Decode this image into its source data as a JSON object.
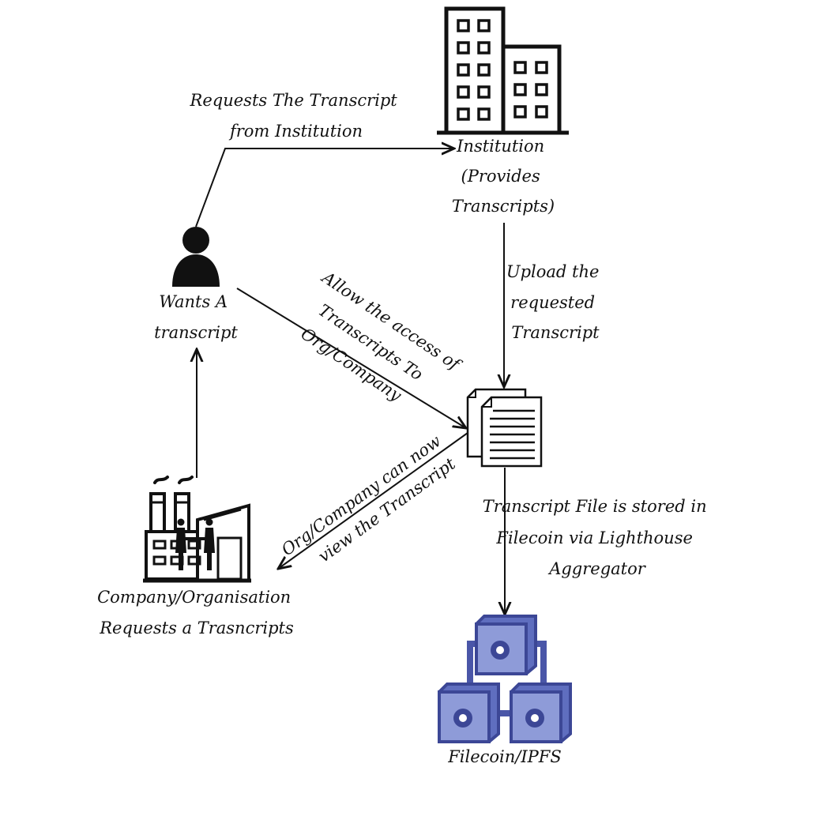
{
  "colors": {
    "ink": "#111111",
    "node_fill": "#8e9bd8",
    "node_stroke": "#4a56a8",
    "node_dark": "#5f6ebf"
  },
  "nodes": {
    "student": {
      "icon": "person-icon",
      "label_lines": [
        "Wants A",
        "transcript"
      ]
    },
    "institution": {
      "icon": "building-icon",
      "label_lines": [
        "Institution",
        "(Provides",
        "Transcripts)"
      ]
    },
    "company": {
      "icon": "factory-icon",
      "label_lines": [
        "Company/Organisation",
        "Requests a Trasncripts"
      ]
    },
    "document": {
      "icon": "document-icon"
    },
    "storage": {
      "icon": "blockchain-icon",
      "label_lines": [
        "Filecoin/IPFS"
      ]
    }
  },
  "edges": {
    "request": {
      "label_lines": [
        "Requests The Transcript",
        "from Institution"
      ]
    },
    "upload": {
      "label_lines": [
        "Upload the",
        "requested",
        "Transcript"
      ]
    },
    "allow": {
      "label_lines": [
        "Allow the access of",
        "Transcripts To",
        "Org/Company"
      ]
    },
    "view": {
      "label_lines": [
        "Org/Company can now",
        "view the Transcript"
      ]
    },
    "store": {
      "label_lines": [
        "Transcript File is stored in",
        "Filecoin via Lighthouse",
        "Aggregator"
      ]
    }
  }
}
